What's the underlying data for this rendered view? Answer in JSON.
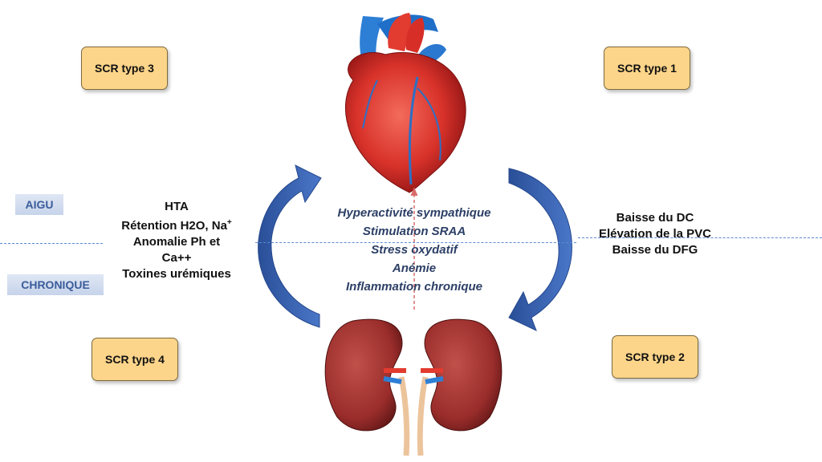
{
  "boxes": {
    "type3": "SCR type 3",
    "type1": "SCR type 1",
    "type4": "SCR type 4",
    "type2": "SCR type 2"
  },
  "tags": {
    "aigu": "AIGU",
    "chronique": "CHRONIQUE"
  },
  "left_list": {
    "hta": "HTA",
    "retention": "Rétention H2O, Na",
    "retention_sup": "+",
    "anomalie": "Anomalie Ph et",
    "ca": "Ca++",
    "toxines": "Toxines urémiques"
  },
  "right_list": {
    "dc": "Baisse du DC",
    "pvc": "Elévation de la PVC",
    "dfg": "Baisse du DFG"
  },
  "mechanisms": [
    "Hyperactivité sympathique",
    "Stimulation SRAA",
    "Stress oxydatif",
    "Anémie",
    "Inflammation chronique"
  ],
  "colors": {
    "box_fill": "#fdd58a",
    "arrow_blue": "#3a63b2",
    "tag_text": "#3a5c9a",
    "mechanism_text": "#2c3f66"
  },
  "icons": [
    "heart-illustration",
    "kidneys-illustration",
    "curved-arrow-left",
    "curved-arrow-right"
  ]
}
